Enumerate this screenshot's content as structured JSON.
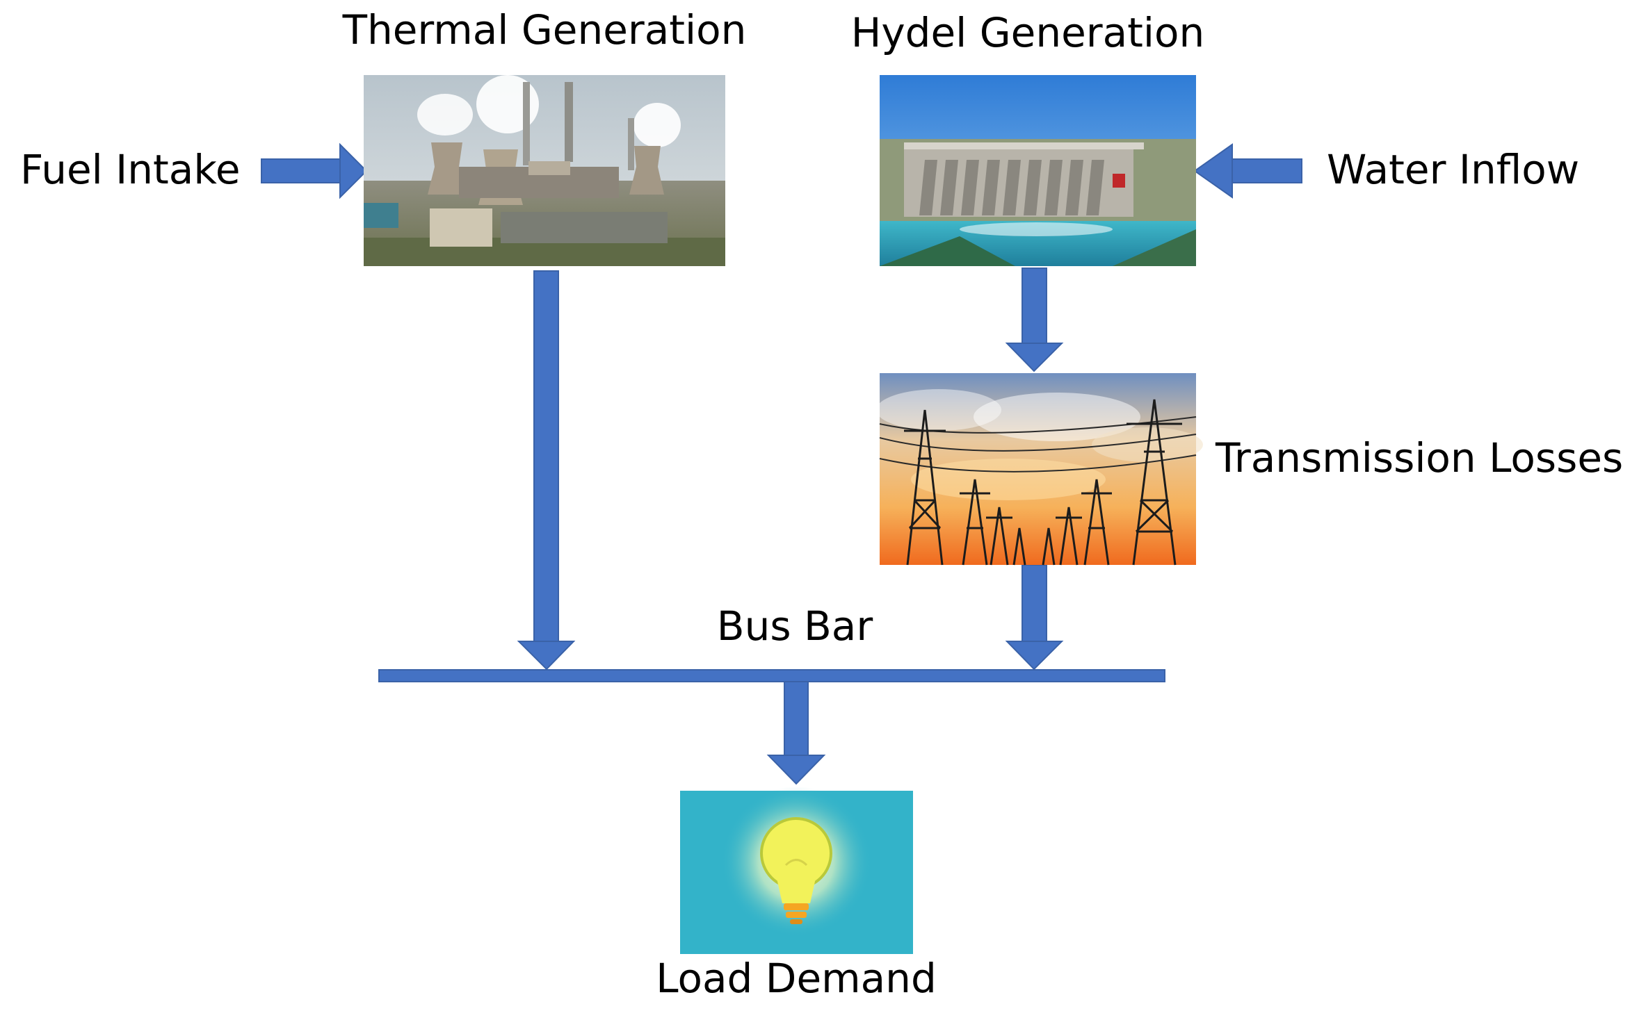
{
  "labels": {
    "thermal": "Thermal Generation",
    "hydel": "Hydel Generation",
    "fuel": "Fuel Intake",
    "water": "Water Inflow",
    "transmission": "Transmission Losses",
    "busbar": "Bus Bar",
    "load": "Load Demand"
  },
  "colors": {
    "arrow": "#4472C4",
    "arrow_edge": "#3A62A8",
    "load_bg": "#33B3C9"
  },
  "illustrations": {
    "thermal": "thermal-power-plant-photo",
    "hydel": "hydroelectric-dam-photo",
    "transmission": "transmission-towers-sunset-photo",
    "load": "light-bulb-icon"
  }
}
